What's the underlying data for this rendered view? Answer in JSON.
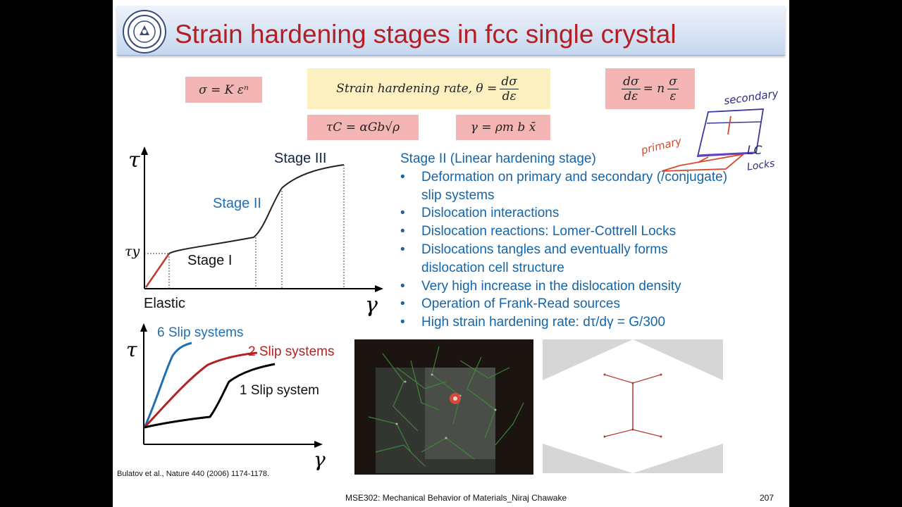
{
  "title": "Strain hardening stages in fcc single crystal",
  "logo": {
    "icon": "institute-seal-icon"
  },
  "equations": {
    "power_law": "σ = K εⁿ",
    "rate_label": "Strain hardening rate, θ =",
    "rate_num": "dσ",
    "rate_den": "dε",
    "lhs_num": "dσ",
    "lhs_den": "dε",
    "rhs_prefix": "= n",
    "rhs_num": "σ",
    "rhs_den": "ε",
    "tau_c": "τC = αGb√ρ",
    "gamma": "γ = ρm b x̄"
  },
  "stage_chart": {
    "tau_label": "τ",
    "gamma_label": "γ",
    "tau_y_label": "τy",
    "stage1": "Stage I",
    "stage2": "Stage II",
    "stage3": "Stage III",
    "elastic": "Elastic"
  },
  "slip_chart": {
    "tau_label": "τ",
    "gamma_label": "γ",
    "six": "6 Slip systems",
    "two": "2 Slip systems",
    "one": "1 Slip system"
  },
  "bullets": {
    "heading": "Stage II (Linear hardening stage)",
    "items": [
      "Deformation on primary and secondary (/conjugate) slip systems",
      "Dislocation interactions",
      "Dislocation reactions: Lomer-Cottrell Locks",
      "Dislocations tangles and eventually forms dislocation cell structure",
      "Very high increase in the dislocation density",
      "Operation of Frank-Read sources",
      "High strain hardening rate: dτ/dγ = G/300"
    ]
  },
  "handwritten": {
    "secondary": "secondary",
    "primary": "primary",
    "lc": "LC",
    "locks": "Locks"
  },
  "citation": "Bulatov et al., Nature 440 (2006) 1174-1178.",
  "footer": "MSE302: Mechanical Behavior of Materials_Niraj Chawake",
  "page_number": "207",
  "colors": {
    "title": "#b21f24",
    "bullet_text": "#1565a8",
    "pink_box": "#f4b6b4",
    "yellow_box": "#fcefc0",
    "red_curve": "#c0392b",
    "blue_curve": "#1f6fb2"
  }
}
